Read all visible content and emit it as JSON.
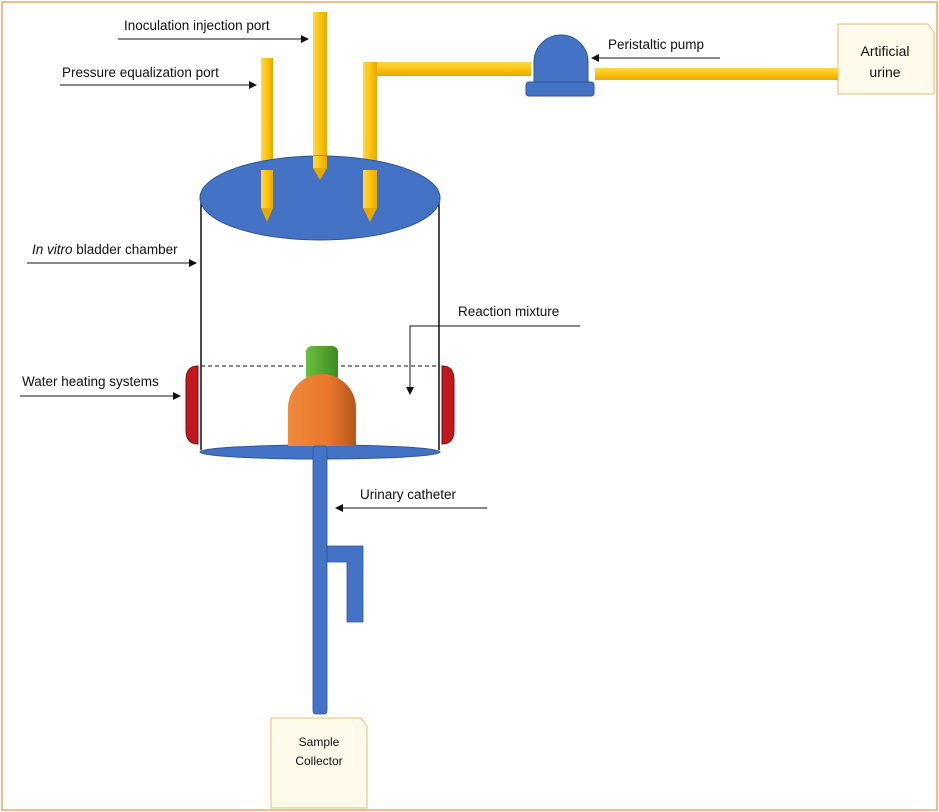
{
  "colors": {
    "border": "#f4a460",
    "tube_yellow": "#fbc30f",
    "tube_yellow_dark": "#e8a800",
    "blue": "#4472c4",
    "blue_edge": "#2f5597",
    "heater_red": "#c0191e",
    "cap_green": "#5aa832",
    "bulb_orange": "#e8762b",
    "box_fill": "#fffaec",
    "box_edge": "#e0c070"
  },
  "labels": {
    "inoculation_port": "Inoculation injection port",
    "pressure_port": "Pressure equalization port",
    "peristaltic_pump": "Peristaltic pump",
    "artificial_urine_line1": "Artificial",
    "artificial_urine_line2": "urine",
    "bladder_chamber_italic": "In vitro",
    "bladder_chamber_rest": " bladder chamber",
    "reaction_mixture": "Reaction mixture",
    "water_heating": "Water heating systems",
    "urinary_catheter": "Urinary catheter",
    "sample_collector_line1": "Sample",
    "sample_collector_line2": "Collector"
  },
  "icons": {
    "pump": "peristaltic-pump-icon",
    "heater": "heater-pad-icon",
    "catheter_bulb": "catheter-bulb-icon"
  }
}
